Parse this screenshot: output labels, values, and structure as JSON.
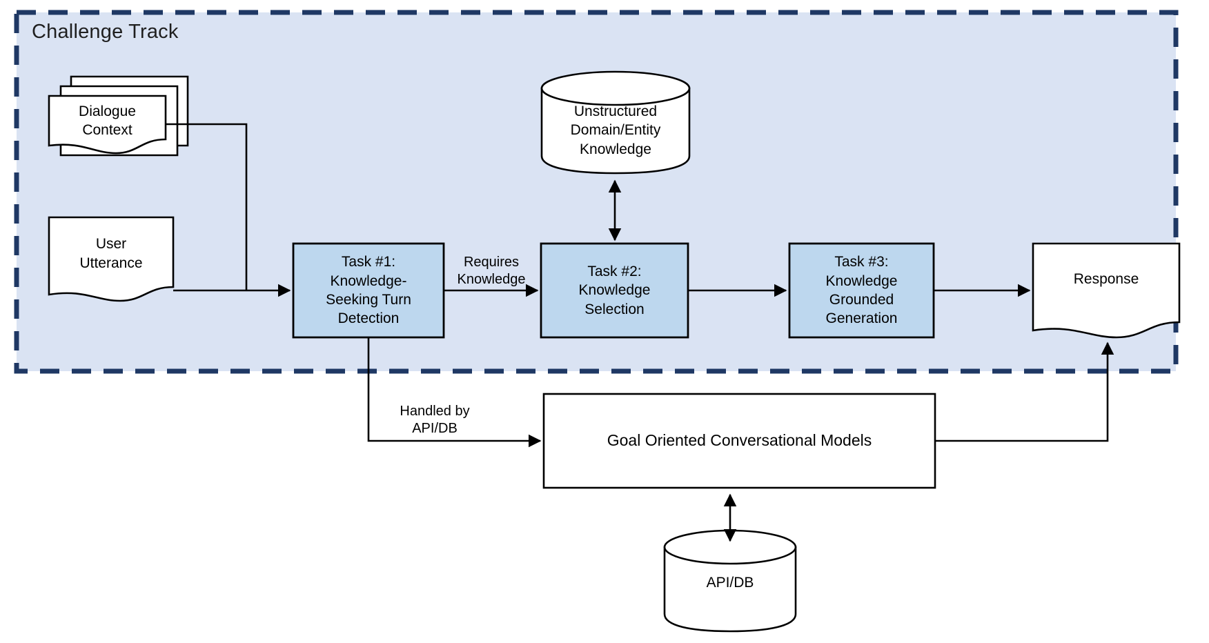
{
  "diagram": {
    "title": "Challenge Track",
    "colors": {
      "track_fill": "#dae3f3",
      "track_border": "#1f3864",
      "task_fill": "#bdd7ee",
      "shape_fill": "#ffffff",
      "stroke": "#000000",
      "text": "#000000"
    },
    "nodes": [
      {
        "id": "dialogue-context",
        "label": "Dialogue\nContext",
        "shape": "multi-document",
        "fill": "#ffffff"
      },
      {
        "id": "user-utterance",
        "label": "User\nUtterance",
        "shape": "document",
        "fill": "#ffffff"
      },
      {
        "id": "task-1",
        "label": "Task #1:\nKnowledge-\nSeeking Turn\nDetection",
        "shape": "rectangle",
        "fill": "#bdd7ee"
      },
      {
        "id": "unstructured-knowledge",
        "label": "Unstructured\nDomain/Entity\nKnowledge",
        "shape": "cylinder",
        "fill": "#ffffff"
      },
      {
        "id": "task-2",
        "label": "Task #2:\nKnowledge\nSelection",
        "shape": "rectangle",
        "fill": "#bdd7ee"
      },
      {
        "id": "task-3",
        "label": "Task #3:\nKnowledge\nGrounded\nGeneration",
        "shape": "rectangle",
        "fill": "#bdd7ee"
      },
      {
        "id": "response",
        "label": "Response",
        "shape": "document",
        "fill": "#ffffff"
      },
      {
        "id": "goal-oriented-models",
        "label": "Goal Oriented Conversational Models",
        "shape": "rectangle",
        "fill": "#ffffff"
      },
      {
        "id": "api-db",
        "label": "API/DB",
        "shape": "cylinder",
        "fill": "#ffffff"
      }
    ],
    "edges": [
      {
        "id": "edge-requires-knowledge",
        "label": "Requires\nKnowledge",
        "from": "task-1",
        "to": "task-2"
      },
      {
        "id": "edge-handled-by-api-db",
        "label": "Handled by\nAPI/DB",
        "from": "task-1",
        "to": "goal-oriented-models"
      },
      {
        "id": "edge-dialogue-to-task1",
        "label": "",
        "from": "dialogue-context",
        "to": "task-1"
      },
      {
        "id": "edge-utterance-to-task1",
        "label": "",
        "from": "user-utterance",
        "to": "task-1"
      },
      {
        "id": "edge-knowledge-task2",
        "label": "",
        "from": "unstructured-knowledge",
        "to": "task-2"
      },
      {
        "id": "edge-task2-task3",
        "label": "",
        "from": "task-2",
        "to": "task-3"
      },
      {
        "id": "edge-task3-response",
        "label": "",
        "from": "task-3",
        "to": "response"
      },
      {
        "id": "edge-models-response",
        "label": "",
        "from": "goal-oriented-models",
        "to": "response"
      },
      {
        "id": "edge-models-apidb",
        "label": "",
        "from": "goal-oriented-models",
        "to": "api-db"
      }
    ]
  }
}
